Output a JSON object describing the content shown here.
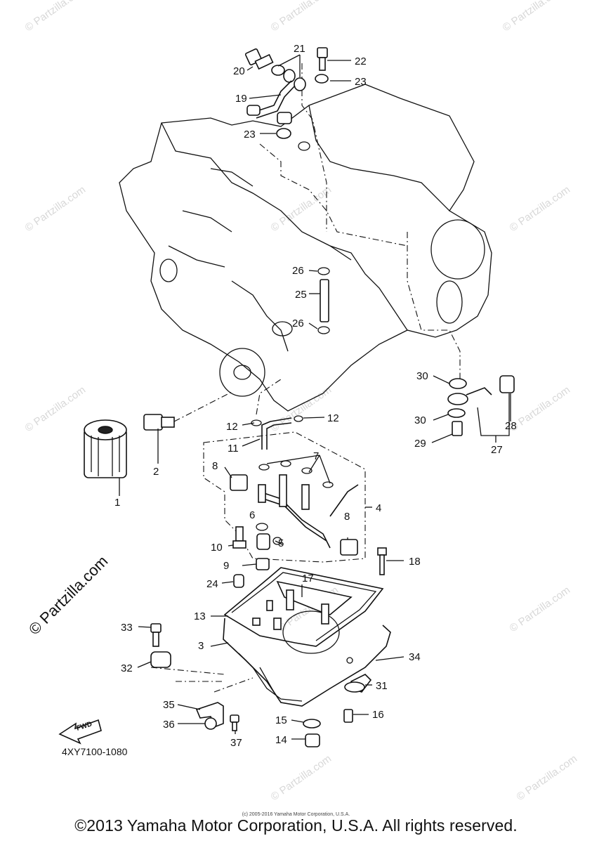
{
  "diagram": {
    "code": "4XY7100-1080",
    "direction_label": "FWD",
    "copyright": "©2013 Yamaha Motor Corporation, U.S.A. All rights reserved.",
    "micro_copyright": "(c) 2005-2016 Yamaha Motor Corporation, U.S.A.",
    "watermark": "© Partzilla.com",
    "callouts": [
      "1",
      "2",
      "3",
      "4",
      "5",
      "6",
      "7",
      "8",
      "8",
      "9",
      "10",
      "11",
      "12",
      "12",
      "13",
      "14",
      "15",
      "16",
      "17",
      "18",
      "19",
      "20",
      "21",
      "22",
      "23",
      "23",
      "24",
      "25",
      "26",
      "26",
      "27",
      "28",
      "29",
      "30",
      "30",
      "31",
      "32",
      "33",
      "34",
      "35",
      "36",
      "37"
    ]
  }
}
